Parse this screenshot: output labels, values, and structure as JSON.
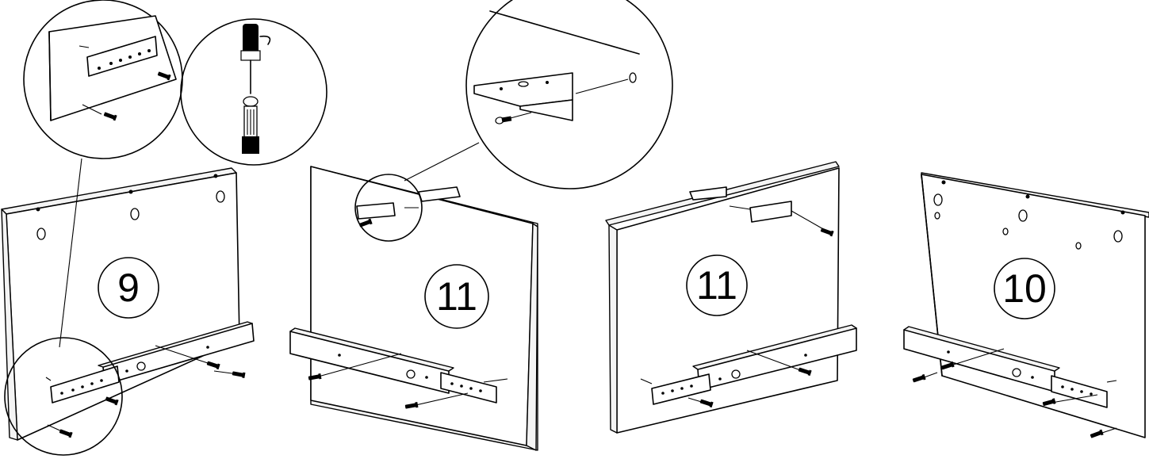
{
  "panels": [
    {
      "id": "9"
    },
    {
      "id": "11"
    },
    {
      "id": "11"
    },
    {
      "id": "10"
    }
  ]
}
